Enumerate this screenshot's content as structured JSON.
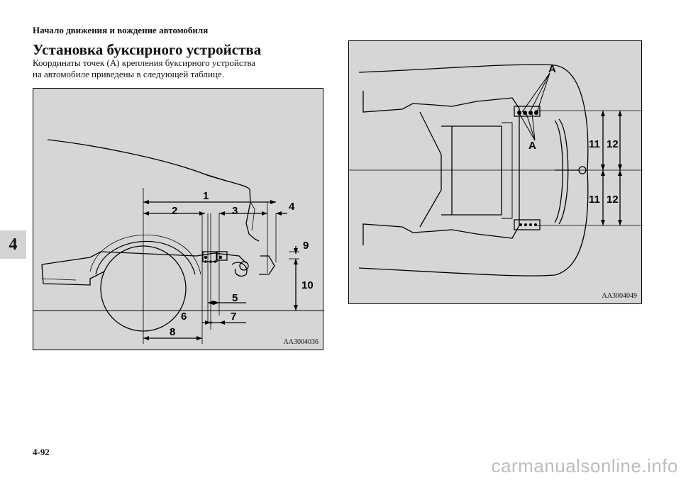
{
  "header": {
    "section": "Начало движения и вождение автомобиля"
  },
  "article": {
    "title": "Установка буксирного устройства",
    "intro_line1": "Координаты точек (A) крепления буксирного устройства",
    "intro_line2": "на автомобиле приведены в следующей таблице."
  },
  "chapter_tab": "4",
  "figure_side": {
    "code": "AA3004036",
    "labels": [
      "1",
      "2",
      "3",
      "4",
      "5",
      "6",
      "7",
      "8",
      "9",
      "10"
    ]
  },
  "figure_top": {
    "code": "AA3004049",
    "labels": [
      "A",
      "A",
      "11",
      "12",
      "11",
      "12"
    ]
  },
  "footer": {
    "page_number": "4-92"
  },
  "watermark": {
    "text": "carmanualsonline.info"
  }
}
